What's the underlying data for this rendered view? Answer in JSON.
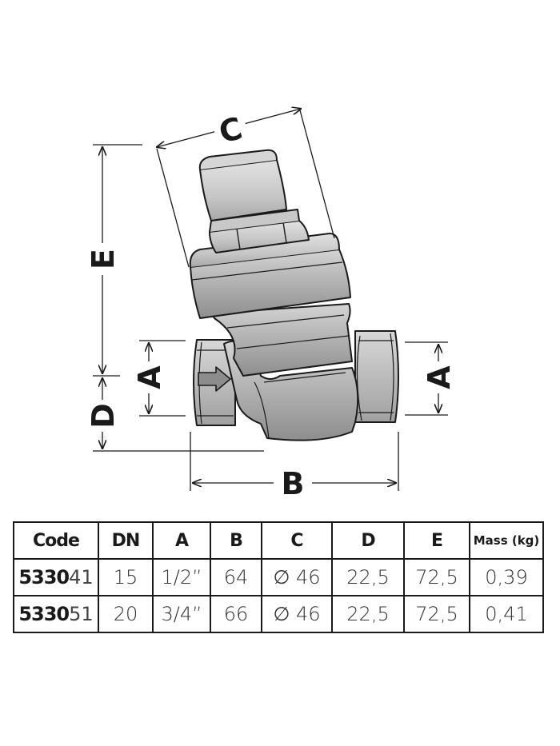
{
  "drawing": {
    "labels": {
      "a_left": "A",
      "a_right": "A",
      "b": "B",
      "c": "C",
      "d": "D",
      "e": "E"
    }
  },
  "table": {
    "headers": [
      "Code",
      "DN",
      "A",
      "B",
      "C",
      "D",
      "E",
      "Mass (kg)"
    ],
    "rows": [
      {
        "code_prefix": "5330",
        "code_suffix": "41",
        "dn": "15",
        "a": "1/2”",
        "b": "64",
        "c": "∅ 46",
        "d": "22,5",
        "e": "72,5",
        "mass": "0,39"
      },
      {
        "code_prefix": "5330",
        "code_suffix": "51",
        "dn": "20",
        "a": "3/4”",
        "b": "66",
        "c": "∅ 46",
        "d": "22,5",
        "e": "72,5",
        "mass": "0,41"
      }
    ]
  }
}
